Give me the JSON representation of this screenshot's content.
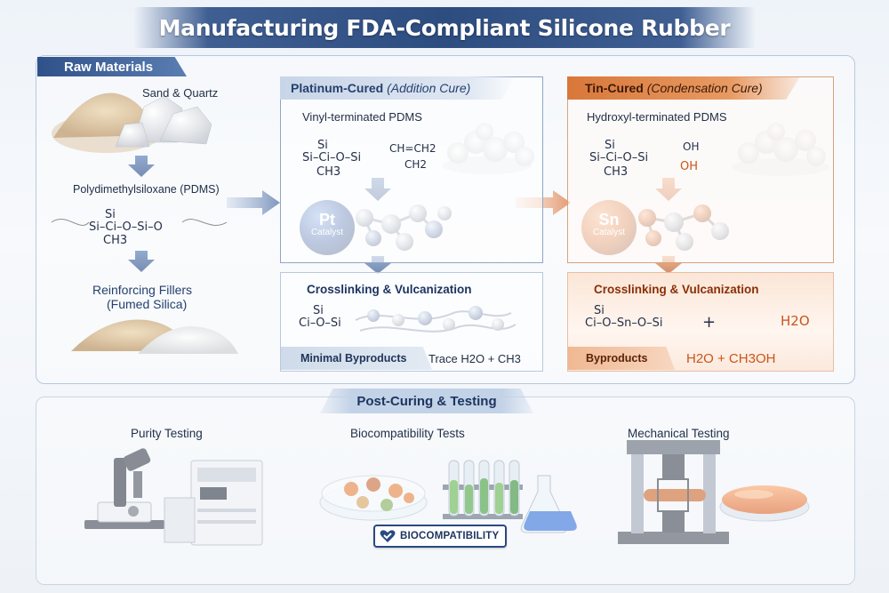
{
  "title": "Manufacturing FDA-Compliant Silicone Rubber",
  "raw_materials": {
    "tab_label": "Raw  Materials",
    "sand_label": "Sand & Quartz",
    "pdms_label": "Polydimethylsiloxane (PDMS)",
    "pdms_formula": {
      "si_top": "Si",
      "chain": "Si–Ci–O–Si–O",
      "ch3": "CH3"
    },
    "fillers_label_1": "Reinforcing Fillers",
    "fillers_label_2": "(Fumed Silica)"
  },
  "platinum": {
    "header_main": "Platinum-Cured",
    "header_em": "(Addition Cure)",
    "precursor_label": "Vinyl-terminated PDMS",
    "formula": {
      "si_top": "Si",
      "chain": "Si–Ci–O–Si",
      "vinyl_top": "CH=CH2",
      "vinyl_bottom": "CH2",
      "ch3": "CH3"
    },
    "catalyst_symbol": "Pt",
    "catalyst_label": "Catalyst",
    "crosslink_label": "Crosslinking & Vulcanization",
    "crosslink_formula": {
      "si_top": "Si",
      "chain": "Ci–O–Si"
    },
    "byproducts_label": "Minimal Byproducts",
    "byproducts_value": "Trace H2O + CH3",
    "accent_color": "#2d4c80"
  },
  "tin": {
    "header_main": "Tin-Cured",
    "header_em": "(Condensation Cure)",
    "precursor_label": "Hydroxyl-terminated PDMS",
    "formula": {
      "si_top": "Si",
      "chain": "Si–Ci–O–Si",
      "oh_top": "OH",
      "oh_bottom": "OH",
      "ch3": "CH3"
    },
    "catalyst_symbol": "Sn",
    "catalyst_label": "Catalyst",
    "crosslink_label": "Crosslinking & Vulcanization",
    "crosslink_formula": {
      "si_top": "Si",
      "chain": "Ci–O–Sn–O–Si",
      "plus": "+",
      "water": "H2O"
    },
    "byproducts_label": "Byproducts",
    "byproducts_value": "H2O + CH3OH",
    "accent_color": "#d9773a"
  },
  "post_curing": {
    "tab_label": "Post-Curing & Testing",
    "sections": [
      {
        "title": "Purity Testing",
        "icon": "microscope-icon"
      },
      {
        "title": "Biocompatibility Tests",
        "icon": "petri-dish-icon"
      },
      {
        "title": "Mechanical Testing",
        "icon": "tensile-tester-icon"
      }
    ],
    "badge": "BIOCOMPATIBILITY"
  }
}
